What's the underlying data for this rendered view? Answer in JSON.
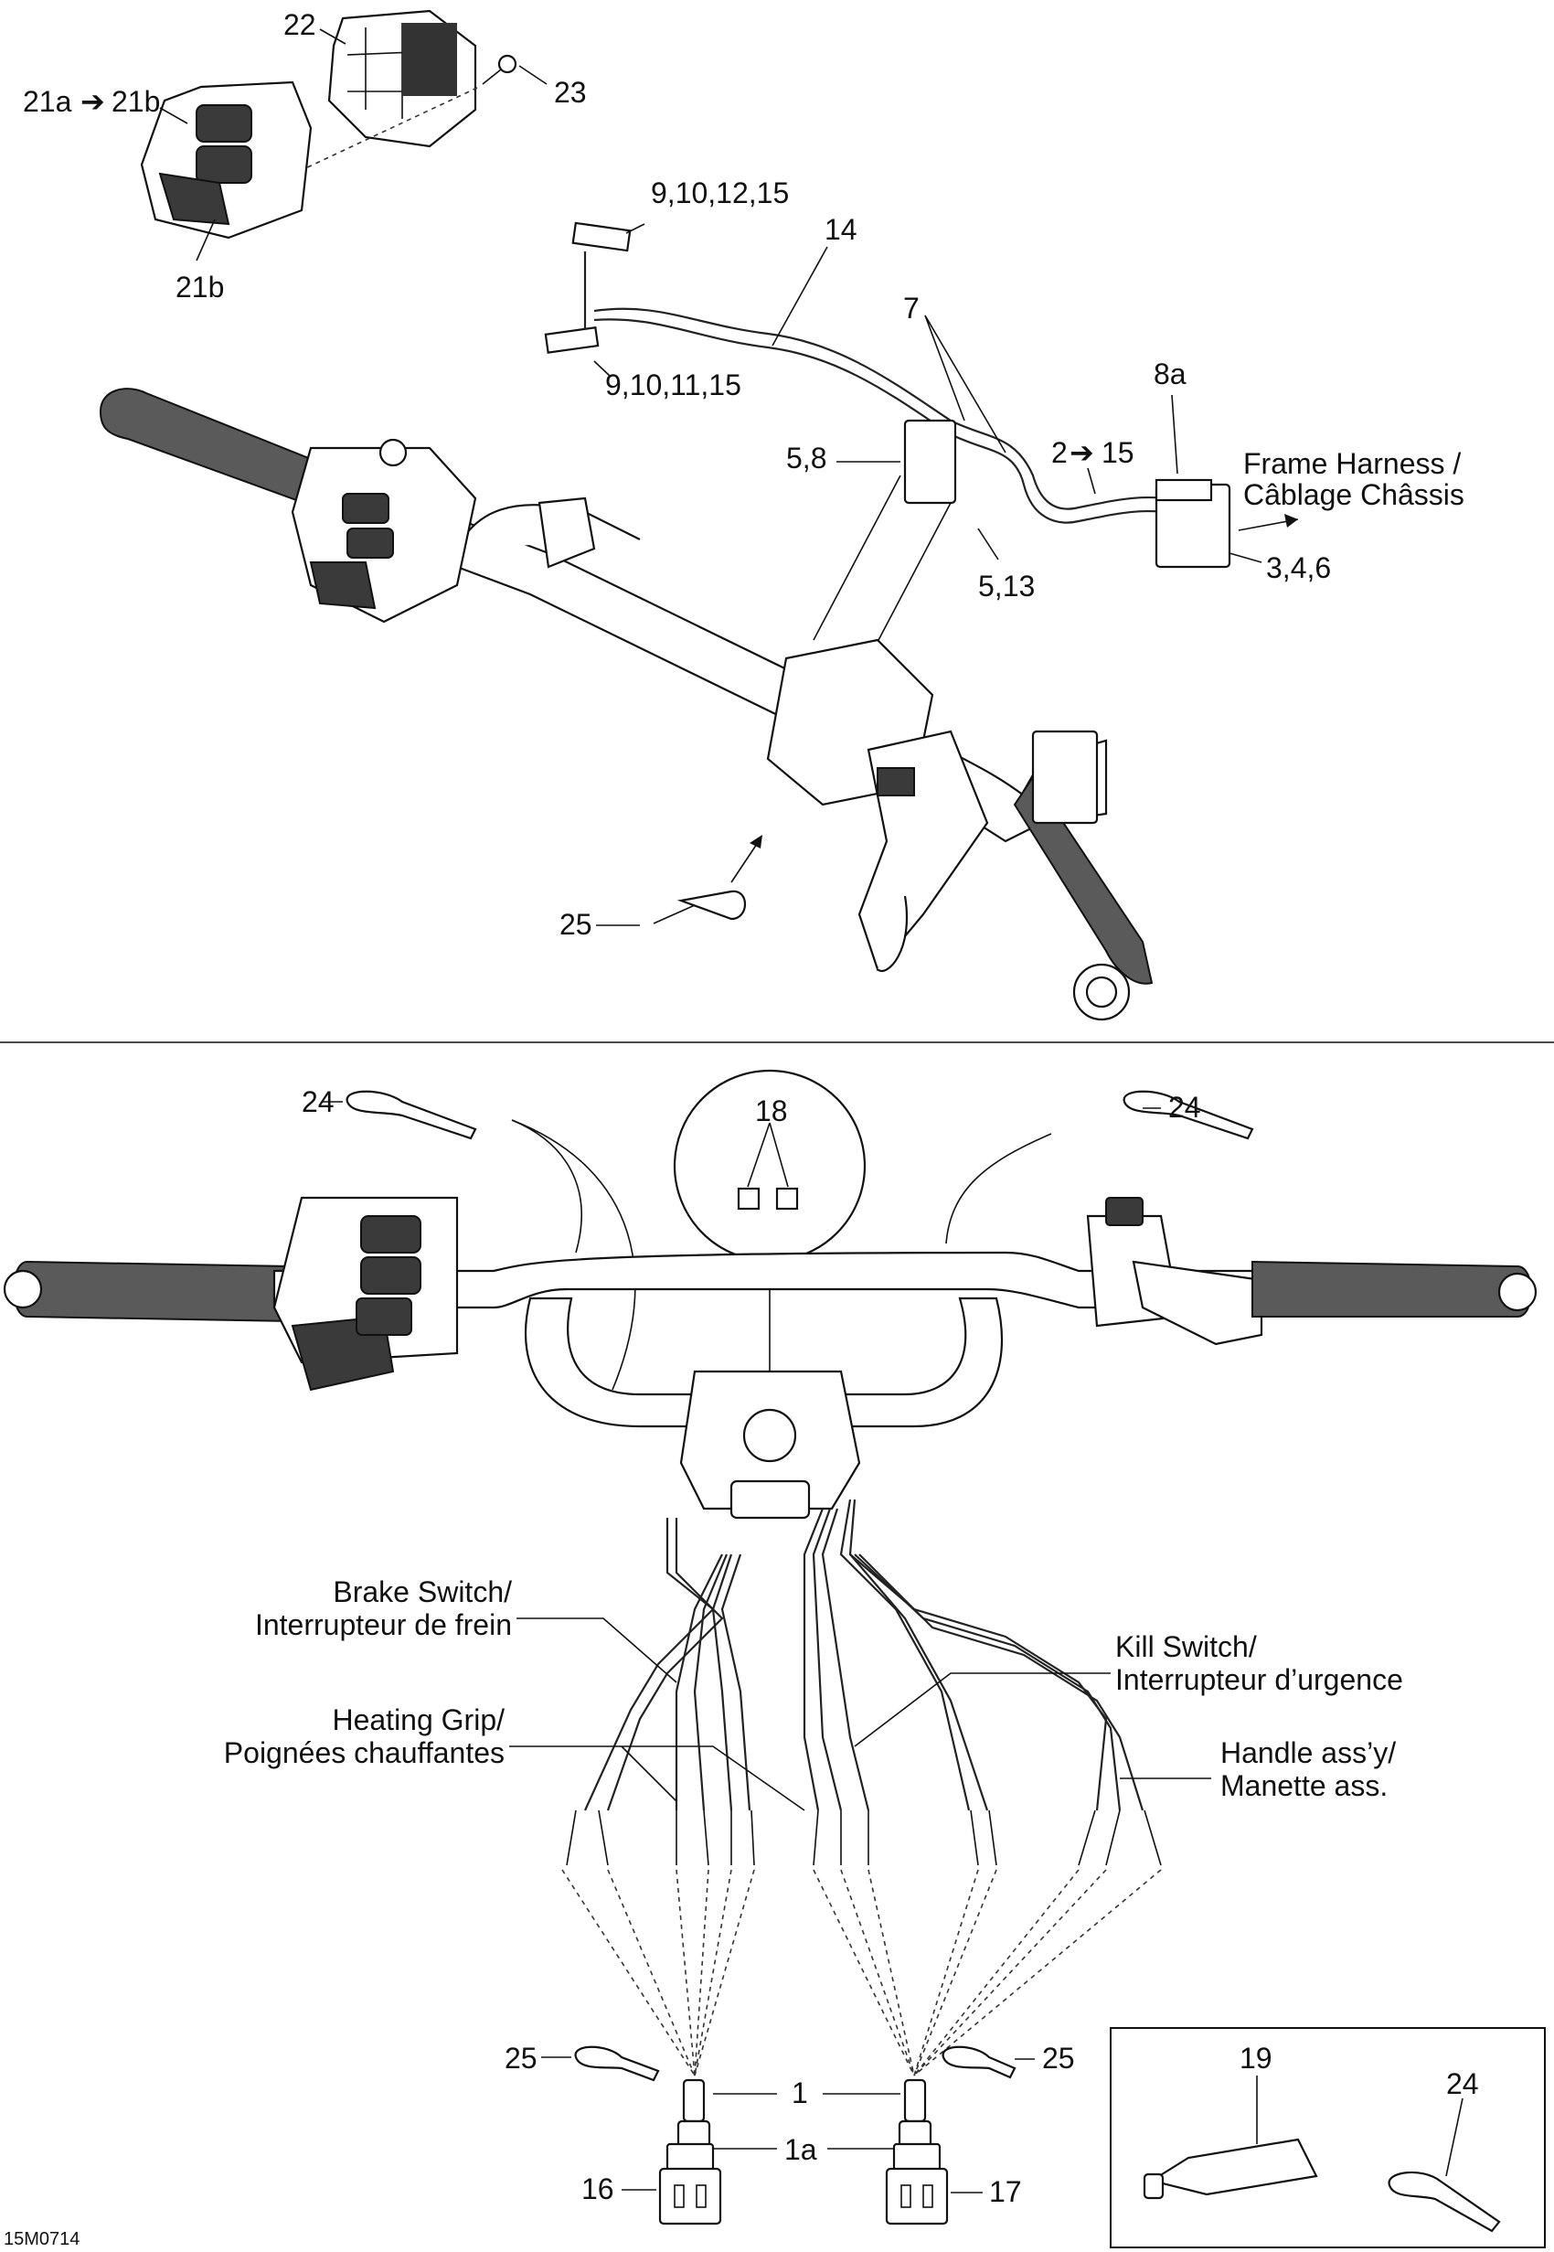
{
  "figure_code": "15M0714",
  "top_section": {
    "labels": {
      "l22": "22",
      "l23": "23",
      "l21a": "21a",
      "l21b_top": "21b",
      "l21b": "21b",
      "l9_10_12_15": "9,10,12,15",
      "l14": "14",
      "l7": "7",
      "l9_10_11_15": "9,10,11,15",
      "l8a": "8a",
      "l5_8": "5,8",
      "l2": "2",
      "l15": "15",
      "frame_harness_en": "Frame Harness /",
      "frame_harness_fr": "Câblage Châssis",
      "l5_13": "5,13",
      "l3_4_6": "3,4,6",
      "l25_top": "25"
    }
  },
  "bottom_section": {
    "labels": {
      "l24_left": "24",
      "l18": "18",
      "l24_right": "24",
      "brake_switch_en": "Brake Switch/",
      "brake_switch_fr": "Interrupteur de frein",
      "kill_switch_en": "Kill Switch/",
      "kill_switch_fr": "Interrupteur d’urgence",
      "heating_grip_en": "Heating Grip/",
      "heating_grip_fr": "Poignées chauffantes",
      "handle_assy_en": "Handle ass’y/",
      "handle_assy_fr": "Manette ass.",
      "l1": "1",
      "l25_left": "25",
      "l25_right": "25",
      "l1a": "1a",
      "l16": "16",
      "l17": "17"
    },
    "inset": {
      "l19": "19",
      "l24": "24"
    }
  },
  "colors": {
    "line": "#111111",
    "dark_part": "#3a3a3a",
    "grip": "#5a5a5a"
  }
}
